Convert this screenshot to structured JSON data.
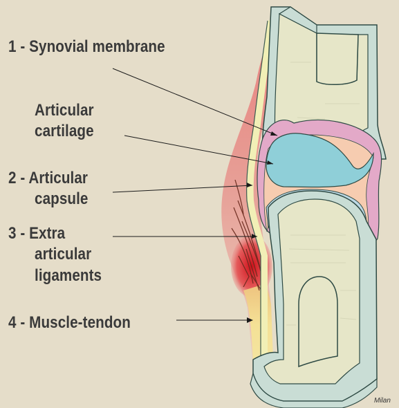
{
  "labels": {
    "synovial_membrane": "1 - Synovial membrane",
    "articular_cartilage_line1": "Articular",
    "articular_cartilage_line2": "cartilage",
    "articular_capsule_line1": "2 - Articular",
    "articular_capsule_line2": "capsule",
    "extra_articular_line1": "3 - Extra",
    "extra_articular_line2": "articular",
    "extra_articular_line3": "ligaments",
    "muscle_tendon": "4 - Muscle-tendon"
  },
  "credit": "Milan",
  "colors": {
    "background": "#e5ddc9",
    "bone": "#e6e6c8",
    "outer_layer": "#c9ddd5",
    "cartilage_blue": "#8fcfd8",
    "synovial_pink": "#e3a9c8",
    "joint_space": "#f6ccb0",
    "muscle_red": "#dc1f23",
    "tendon_yellow": "#f2dc8e",
    "label_text": "#3a3a3a"
  }
}
